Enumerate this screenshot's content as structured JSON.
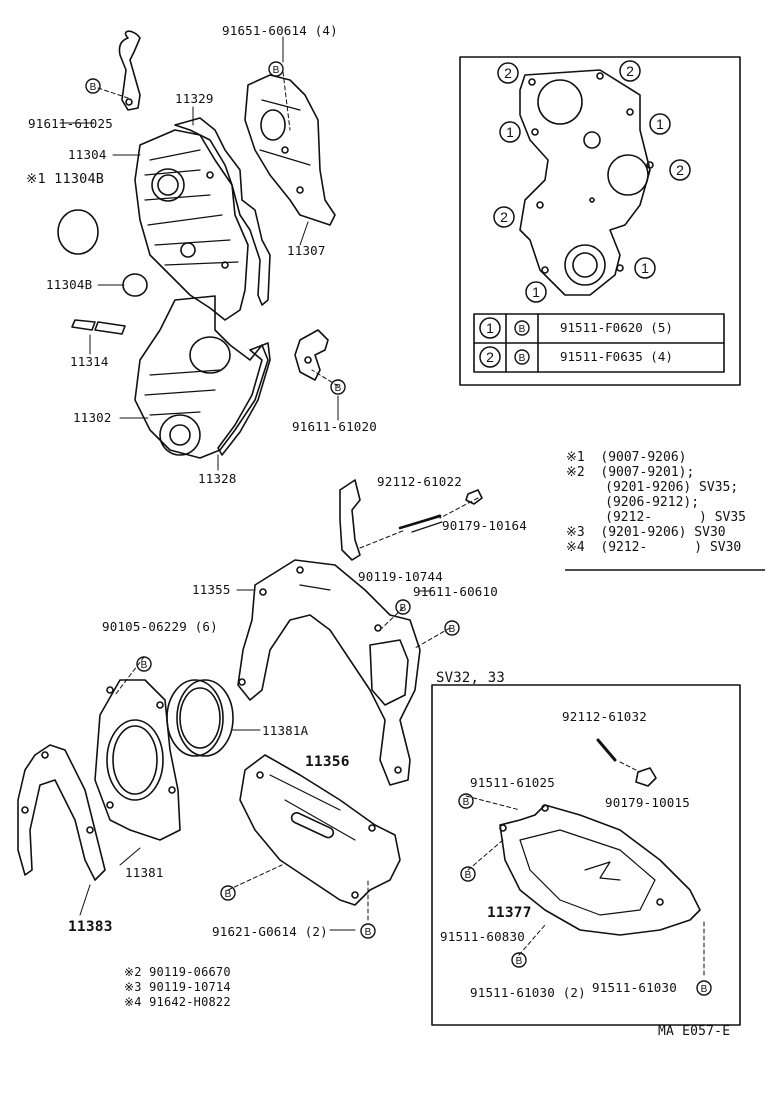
{
  "labels": {
    "p91651": "91651-60614 (4)",
    "p91611a": "91611-61025",
    "p11329": "11329",
    "p11304": "11304",
    "p11304b_note": "※1 11304B",
    "p11307": "11307",
    "p11304b": "11304B",
    "p11314": "11314",
    "p11302": "11302",
    "p91611b": "91611-61020",
    "p11328": "11328",
    "p92112a": "92112-61022",
    "p90179a": "90179-10164",
    "p11355": "11355",
    "p90119a": "90119-10744",
    "p91611c": "91611-60610",
    "p90105": "90105-06229 (6)",
    "p11381a": "11381A",
    "p11356": "11356",
    "p11381": "11381",
    "p11383": "11383",
    "p91621": "91621-G0614 (2)",
    "p90119b": "※2 90119-06670",
    "p90119c": "※3 90119-10714",
    "p91642": "※4 91642-H0822",
    "sv_title": "SV32, 33",
    "p92112b": "92112-61032",
    "p91511a": "91511-61025",
    "p90179b": "90179-10015",
    "p11377": "11377",
    "p91511b": "91511-60830",
    "p91511c": "91511-61030 (2)",
    "p91511d": "91511-61030",
    "ref": "MA E057-E"
  },
  "inset_table": {
    "rows": [
      {
        "num": "1",
        "part": "91511-F0620 (5)"
      },
      {
        "num": "2",
        "part": "91511-F0635 (4)"
      }
    ],
    "bolt_symbol": "B"
  },
  "notes": [
    "※1  (9007-9206)",
    "※2  (9007-9201);",
    "     (9201-9206) SV35;",
    "     (9206-9212);",
    "     (9212-      ) SV35",
    "※3  (9201-9206) SV30",
    "※4  (9212-      ) SV30"
  ],
  "bolt_symbol": "B",
  "callout_numbers": [
    "1",
    "2"
  ]
}
